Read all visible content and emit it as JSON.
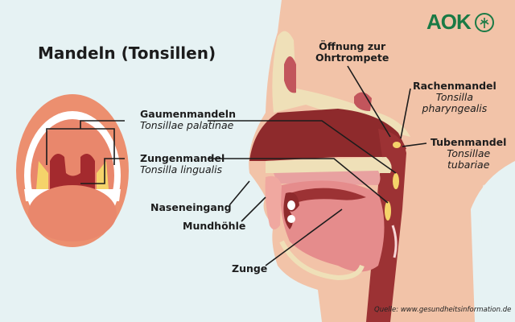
{
  "title": "Mandeln (Tonsillen)",
  "logo": {
    "text": "AOK",
    "icon": "aok-tree-icon",
    "color": "#1a7a45"
  },
  "labels": {
    "gaumenmandeln": {
      "name": "Gaumenmandeln",
      "latin": "Tonsillae palatinae"
    },
    "zungenmandel": {
      "name": "Zungenmandel",
      "latin": "Tonsilla lingualis"
    },
    "naseneingang": {
      "name": "Naseneingang"
    },
    "mundhoehle": {
      "name": "Mundhöhle"
    },
    "zunge": {
      "name": "Zunge"
    },
    "oeffnung": {
      "line1": "Öffnung zur",
      "line2": "Ohrtrompete"
    },
    "rachenmandel": {
      "name": "Rachenmandel",
      "latin1": "Tonsilla",
      "latin2": "pharyngealis"
    },
    "tubenmandel": {
      "name": "Tubenmandel",
      "latin1": "Tonsillae",
      "latin2": "tubariae"
    }
  },
  "source": "Quelle: www.gesundheitsinformation.de",
  "colors": {
    "background": "#e6f2f3",
    "skin": "#f2c3a8",
    "tissue_dark": "#8e2a2c",
    "tissue_pink": "#e58c8c",
    "tonsil": "#f5d36a",
    "bone": "#efe0b8"
  }
}
